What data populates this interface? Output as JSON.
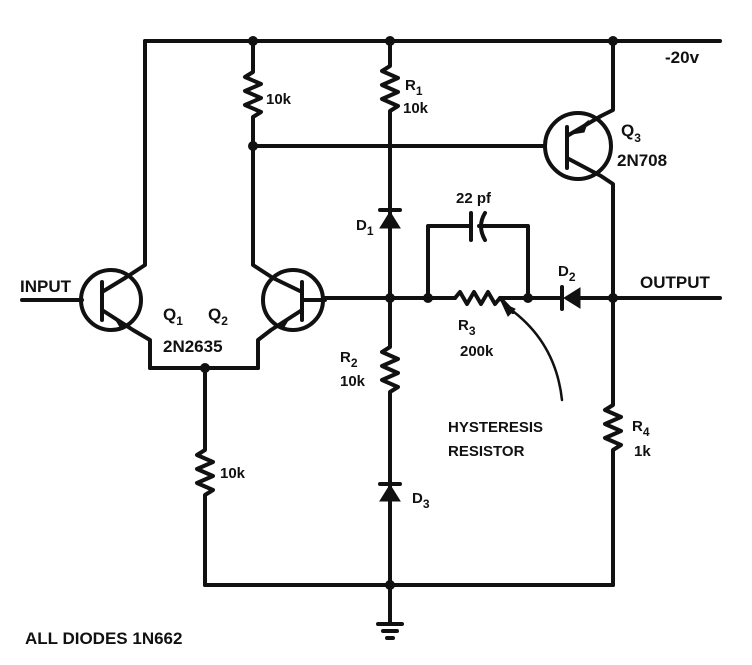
{
  "supply": {
    "label": "-20v"
  },
  "input": {
    "label": "INPUT"
  },
  "output": {
    "label": "OUTPUT"
  },
  "transistors": {
    "q1": {
      "ref": "Q",
      "sub": "1"
    },
    "q2": {
      "ref": "Q",
      "sub": "2"
    },
    "q12_part": "2N2635",
    "q3": {
      "ref": "Q",
      "sub": "3",
      "part": "2N708"
    }
  },
  "resistors": {
    "q2_collector": {
      "value": "10k"
    },
    "r1": {
      "ref": "R",
      "sub": "1",
      "value": "10k"
    },
    "r2": {
      "ref": "R",
      "sub": "2",
      "value": "10k"
    },
    "r3": {
      "ref": "R",
      "sub": "3",
      "value": "200k"
    },
    "r4": {
      "ref": "R",
      "sub": "4",
      "value": "1k"
    },
    "emitter": {
      "value": "10k"
    }
  },
  "capacitor": {
    "value": "22 pf"
  },
  "diodes": {
    "d1": {
      "ref": "D",
      "sub": "1"
    },
    "d2": {
      "ref": "D",
      "sub": "2"
    },
    "d3": {
      "ref": "D",
      "sub": "3"
    }
  },
  "annotation": {
    "line1": "HYSTERESIS",
    "line2": "RESISTOR"
  },
  "note": "ALL DIODES 1N662"
}
